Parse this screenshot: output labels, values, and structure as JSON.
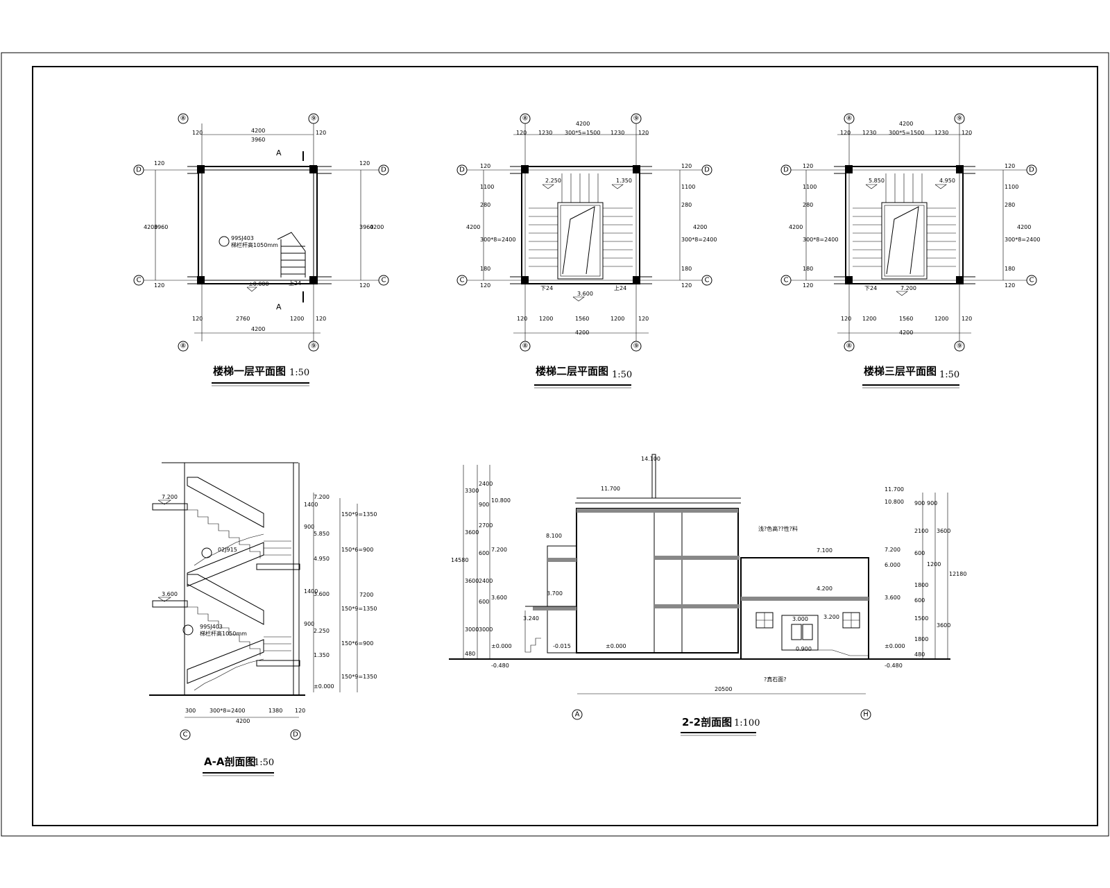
{
  "plans": [
    {
      "title": "楼梯一层平面图",
      "scale": "1:50",
      "axis_top": [
        "⑧",
        "⑨"
      ],
      "axis_side": [
        "D",
        "C"
      ],
      "dims_top": [
        "4200",
        "120",
        "3960",
        "120"
      ],
      "dims_bottom": [
        "120",
        "2760",
        "1200",
        "120",
        "4200"
      ],
      "dims_left": [
        "120",
        "4200",
        "3960",
        "120"
      ],
      "dims_right": [
        "120",
        "3960",
        "4200",
        "120"
      ],
      "levels": [
        "±0.000"
      ],
      "notes": [
        "99SJ403",
        "梯栏杆高1050mm",
        "A",
        "A",
        "上24"
      ]
    },
    {
      "title": "楼梯二层平面图",
      "scale": "1:50",
      "axis_top": [
        "⑧",
        "⑨"
      ],
      "axis_side": [
        "D",
        "C"
      ],
      "dims_top": [
        "4200",
        "120",
        "1230",
        "300*5=1500",
        "1230",
        "120"
      ],
      "dims_bottom": [
        "120",
        "1200",
        "1560",
        "1200",
        "120",
        "4200"
      ],
      "dims_left": [
        "120",
        "1100",
        "280",
        "300*8=2400",
        "180",
        "120",
        "4200"
      ],
      "dims_right": [
        "120",
        "1100",
        "280",
        "300*8=2400",
        "180",
        "120",
        "4200"
      ],
      "levels": [
        "2.250",
        "1.350",
        "3.600"
      ],
      "notes": [
        "下24",
        "上24"
      ]
    },
    {
      "title": "楼梯三层平面图",
      "scale": "1:50",
      "axis_top": [
        "⑧",
        "⑨"
      ],
      "axis_side": [
        "D",
        "C"
      ],
      "dims_top": [
        "4200",
        "120",
        "1230",
        "300*5=1500",
        "1230",
        "120"
      ],
      "dims_bottom": [
        "120",
        "1200",
        "1560",
        "1200",
        "120",
        "4200"
      ],
      "dims_left": [
        "120",
        "1100",
        "280",
        "300*8=2400",
        "180",
        "120",
        "4200"
      ],
      "dims_right": [
        "120",
        "1100",
        "280",
        "300*8=2400",
        "180",
        "120",
        "4200"
      ],
      "levels": [
        "5.850",
        "4.950",
        "7.200"
      ],
      "notes": [
        "下24"
      ]
    }
  ],
  "section_aa": {
    "title": "A-A剖面图",
    "scale": "1:50",
    "levels_left": [
      "7.200",
      "3.600"
    ],
    "levels_right": [
      "7.200",
      "5.850",
      "4.950",
      "3.600",
      "2.250",
      "1.350",
      "±0.000"
    ],
    "dims_right": [
      "1400",
      "900",
      "150*9=1350",
      "150*6=900",
      "1400",
      "900",
      "150*9=1350",
      "150*6=900",
      "150*9=1350",
      "7200"
    ],
    "dims_bottom": [
      "300",
      "300*8=2400",
      "1380",
      "120",
      "4200"
    ],
    "axes": [
      "C",
      "D"
    ],
    "notes": [
      "02J915",
      "99SJ403",
      "梯栏杆高1050mm"
    ]
  },
  "section_22": {
    "title": "2-2剖面图",
    "scale": "1:100",
    "levels_left": [
      "10.800",
      "7.200",
      "3.600",
      "±0.000",
      "-0.480"
    ],
    "levels_body": [
      "14.100",
      "11.700",
      "8.100",
      "3.700",
      "3.240",
      "-0.015",
      "±0.000",
      "7.100",
      "4.200",
      "3.000",
      "3.200",
      "0.900"
    ],
    "levels_right": [
      "11.700",
      "10.800",
      "7.200",
      "6.000",
      "3.600",
      "±0.000",
      "-0.480"
    ],
    "dims_left": [
      "3300",
      "2400",
      "900",
      "3600",
      "2700",
      "600",
      "3600",
      "2400",
      "600",
      "3000",
      "3000",
      "480",
      "14580"
    ],
    "dims_right": [
      "900",
      "900",
      "2100",
      "3600",
      "600",
      "1200",
      "1800",
      "600",
      "1500",
      "1800",
      "3600",
      "480",
      "12180"
    ],
    "overall": "20500",
    "axes": [
      "A",
      "H"
    ],
    "notes": [
      "浅?色高??性?料",
      "?真石面?"
    ]
  }
}
